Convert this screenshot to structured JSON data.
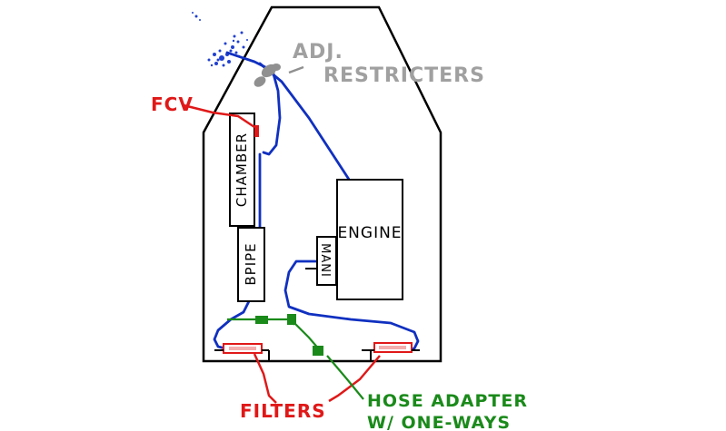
{
  "labels": {
    "adj_restricters_line1": "ADJ.",
    "adj_restricters_line2": "RESTRICTERS",
    "fcv": "FCV",
    "chamber": "CHAMBER",
    "bpipe": "BPIPE",
    "mani": "MANI",
    "engine": "ENGINE",
    "filters": "FILTERS",
    "hose_adapter_line1": "HOSE ADAPTER",
    "hose_adapter_line2": "W/ ONE-WAYS"
  },
  "colors": {
    "outline": "#000000",
    "hose": "#1030c0",
    "fcv_and_filters": "#e01818",
    "adapters": "#1a8a1a",
    "restricters": "#909090",
    "spray": "#2040d0"
  }
}
